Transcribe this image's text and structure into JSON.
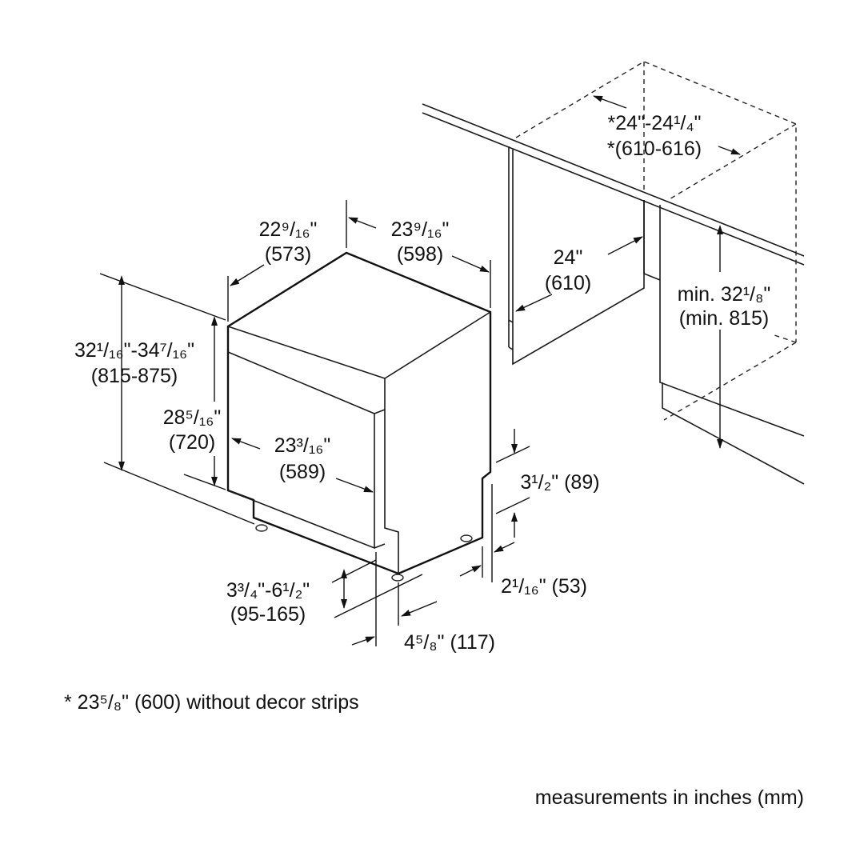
{
  "dimensions": {
    "depth_in": "22⁹/₁₆\"",
    "depth_mm": "(573)",
    "width_in": "23⁹/₁₆\"",
    "width_mm": "(598)",
    "niche_width_in": "*24\"-24¹/₄\"",
    "niche_width_mm": "*(610-616)",
    "niche_depth_in": "24\"",
    "niche_depth_mm": "(610)",
    "niche_height_in": "min. 32¹/₈\"",
    "niche_height_mm": "(min. 815)",
    "total_height_in": "32¹/₁₆\"-34⁷/₁₆\"",
    "total_height_mm": "(815-875)",
    "door_height_in": "28⁵/₁₆\"",
    "door_height_mm": "(720)",
    "door_width_in": "23³/₁₆\"",
    "door_width_mm": "(589)",
    "toe_kick_height": "3¹/₂\" (89)",
    "toe_kick_depth": "2¹/₁₆\" (53)",
    "leg_height_in": "3³/₄\"-6¹/₂\"",
    "leg_height_mm": "(95-165)",
    "foot_offset": "4⁵/₈\" (117)"
  },
  "footnote": "* 23⁵/₈\" (600) without decor strips",
  "units_note": "measurements in inches (mm)"
}
